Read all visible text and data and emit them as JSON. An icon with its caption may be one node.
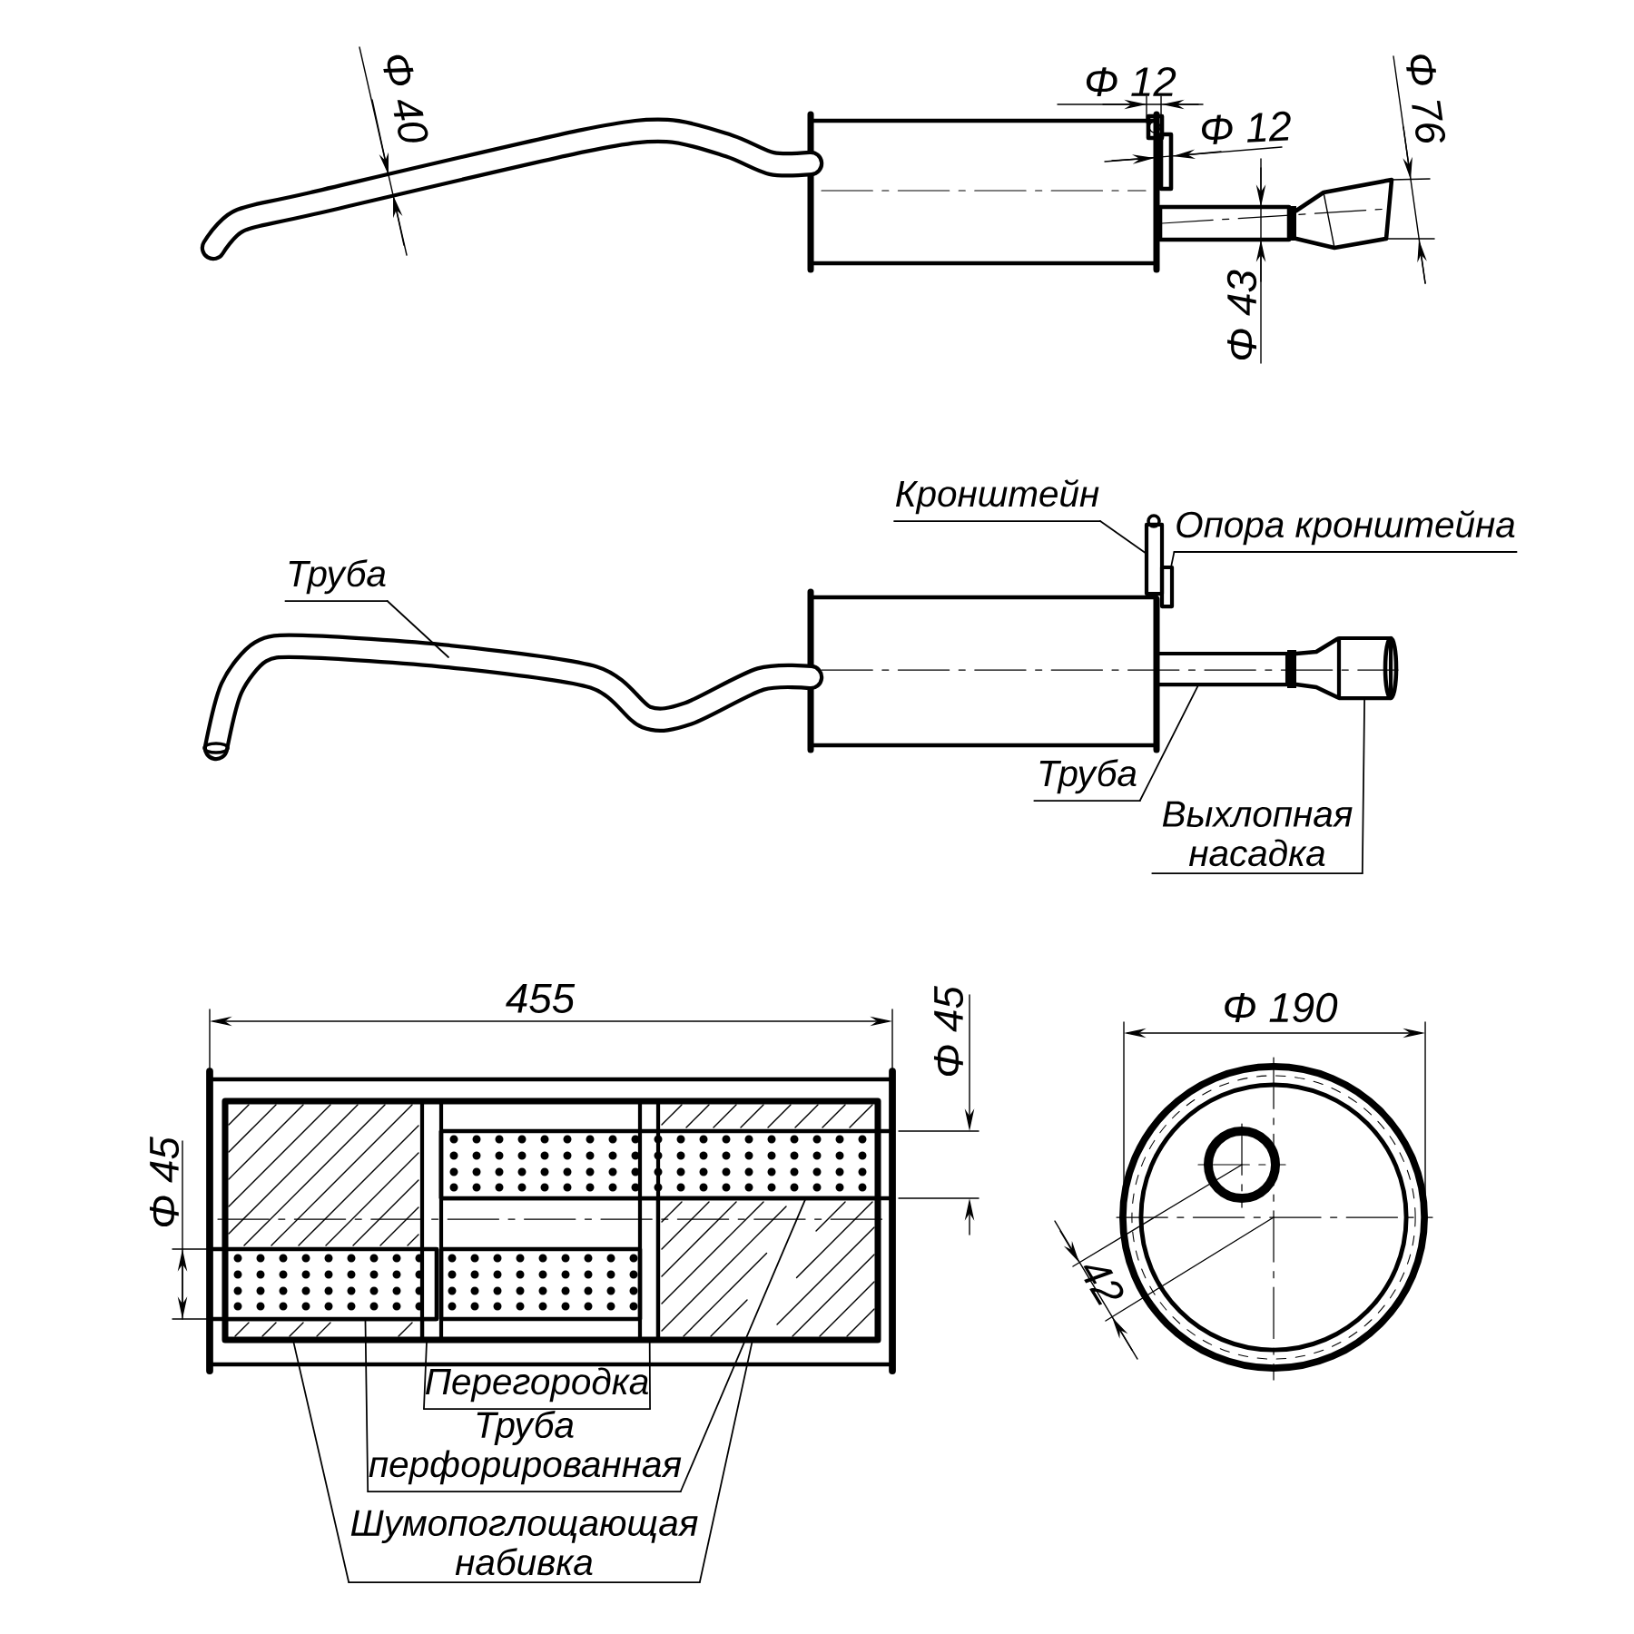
{
  "diagram": {
    "nodes": [
      {
        "text": [
          "Кронштейн"
        ]
      },
      {
        "text": [],
        "shape": "box"
      },
      {
        "text": [
          "Опора кронштейна"
        ]
      },
      {
        "text": [],
        "shape": "box"
      },
      {
        "text": [
          "Труба"
        ]
      },
      {
        "text": [
          "Труба"
        ]
      },
      {
        "text": [],
        "shape": "box"
      },
      {
        "text": [
          "Выхлопная насадка"
        ]
      },
      {
        "text": [],
        "shape": "box"
      },
      {
        "text": [
          "Перегородка"
        ]
      },
      {
        "text": [],
        "shape": "box"
      },
      {
        "text": [],
        "shape": "box"
      },
      {
        "text": [
          "Труба перфорированная"
        ]
      },
      {
        "text": [],
        "shape": "box"
      },
      {
        "text": [],
        "shape": "box"
      },
      {
        "text": [
          "Шумопоглощающая набивка"
        ]
      },
      {
        "text": [],
        "shape": "box"
      },
      {
        "text": [],
        "shape": "box"
      }
    ],
    "edges": [
      {
        "from": 0,
        "to": 1,
        "arrow": "none"
      },
      {
        "from": 2,
        "to": 3,
        "arrow": "none"
      },
      {
        "from": 4,
        "to": null,
        "arrow": "none"
      },
      {
        "from": 5,
        "to": 6,
        "arrow": "none"
      },
      {
        "from": 7,
        "to": 8,
        "arrow": "none"
      },
      {
        "from": 9,
        "to": 10,
        "arrow": "none"
      },
      {
        "from": 9,
        "to": 11,
        "arrow": "none"
      },
      {
        "from": 12,
        "to": 13,
        "arrow": "none"
      },
      {
        "from": 12,
        "to": 14,
        "arrow": "none"
      },
      {
        "from": 15,
        "to": 16,
        "arrow": "none"
      },
      {
        "from": 15,
        "to": 17,
        "arrow": "none"
      }
    ],
    "labels": [
      "Φ 40",
      "Φ 12",
      "Φ 12",
      "Φ 76",
      "Φ 43",
      "455",
      "Φ 45",
      "Φ 190",
      "Φ 45",
      "42"
    ]
  }
}
